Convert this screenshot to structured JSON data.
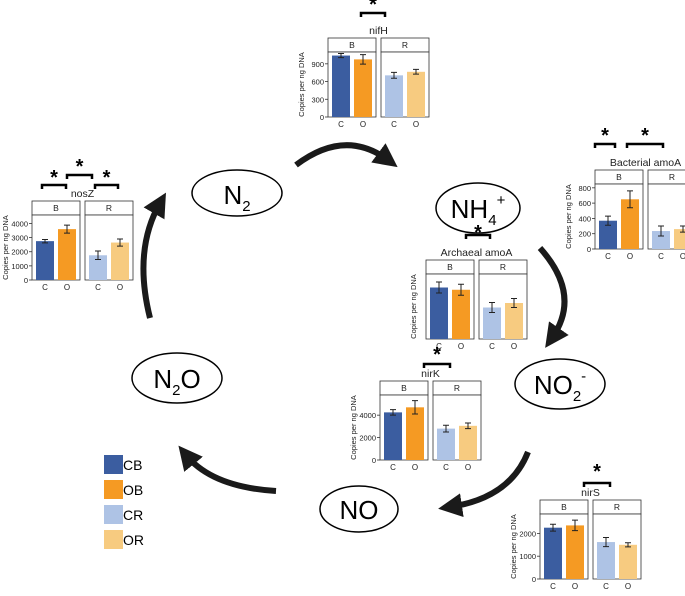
{
  "compounds": {
    "n2": {
      "base": "N",
      "sub": "2"
    },
    "nh4": {
      "base": "NH",
      "sub": "4",
      "sup": "+"
    },
    "no2": {
      "base": "NO",
      "sub": "2",
      "sup": "-"
    },
    "no": {
      "base": "NO"
    },
    "n2o": {
      "base": "N",
      "sub": "2",
      "mid": "O"
    }
  },
  "significance_symbol": "*",
  "panel_labels": {
    "left": "B",
    "right": "R"
  },
  "categories": [
    "C",
    "O"
  ],
  "legend": [
    {
      "label": "CB",
      "color": "#3b5da0"
    },
    {
      "label": "OB",
      "color": "#f59a23"
    },
    {
      "label": "CR",
      "color": "#aec3e5"
    },
    {
      "label": "OR",
      "color": "#f7cb80"
    }
  ],
  "chart_data": [
    {
      "id": "nifH",
      "type": "bar",
      "title": "nifH",
      "ylabel": "Copies per ng DNA",
      "ylim": [
        0,
        1100
      ],
      "yticks": [
        0,
        300,
        600,
        900
      ],
      "panels": [
        "B",
        "R"
      ],
      "categories": [
        "C",
        "O"
      ],
      "series": [
        {
          "name": "CB",
          "value": 1040,
          "err": 35
        },
        {
          "name": "OB",
          "value": 975,
          "err": 80
        },
        {
          "name": "CR",
          "value": 705,
          "err": 50
        },
        {
          "name": "OR",
          "value": 765,
          "err": 40
        }
      ]
    },
    {
      "id": "bacterial_amoA",
      "type": "bar",
      "title": "Bacterial amoA",
      "ylabel": "Copies per ng DNA",
      "ylim": [
        0,
        850
      ],
      "yticks": [
        0,
        200,
        400,
        600,
        800
      ],
      "panels": [
        "B",
        "R"
      ],
      "categories": [
        "C",
        "O"
      ],
      "series": [
        {
          "name": "CB",
          "value": 370,
          "err": 60
        },
        {
          "name": "OB",
          "value": 650,
          "err": 110
        },
        {
          "name": "CR",
          "value": 235,
          "err": 65
        },
        {
          "name": "OR",
          "value": 260,
          "err": 40
        }
      ]
    },
    {
      "id": "archaeal_amoA",
      "type": "bar",
      "title": "Archaeal amoA",
      "ylabel": "Copies per ng DNA",
      "ylim": [
        0,
        2600
      ],
      "yticks": [],
      "panels": [
        "B",
        "R"
      ],
      "categories": [
        "C",
        "O"
      ],
      "series": [
        {
          "name": "CB",
          "value": 2060,
          "err": 220
        },
        {
          "name": "OB",
          "value": 1970,
          "err": 220
        },
        {
          "name": "CR",
          "value": 1260,
          "err": 200
        },
        {
          "name": "OR",
          "value": 1440,
          "err": 180
        }
      ]
    },
    {
      "id": "nirK",
      "type": "bar",
      "title": "nirK",
      "ylabel": "Copies per ng DNA",
      "ylim": [
        0,
        5800
      ],
      "yticks": [
        0,
        2000,
        4000
      ],
      "panels": [
        "B",
        "R"
      ],
      "categories": [
        "C",
        "O"
      ],
      "series": [
        {
          "name": "CB",
          "value": 4250,
          "err": 250
        },
        {
          "name": "OB",
          "value": 4700,
          "err": 600
        },
        {
          "name": "CR",
          "value": 2800,
          "err": 300
        },
        {
          "name": "OR",
          "value": 3050,
          "err": 250
        }
      ]
    },
    {
      "id": "nirS",
      "type": "bar",
      "title": "nirS",
      "ylabel": "Copies per ng DNA",
      "ylim": [
        0,
        2850
      ],
      "yticks": [
        0,
        1000,
        2000
      ],
      "panels": [
        "B",
        "R"
      ],
      "categories": [
        "C",
        "O"
      ],
      "series": [
        {
          "name": "CB",
          "value": 2250,
          "err": 150
        },
        {
          "name": "OB",
          "value": 2350,
          "err": 230
        },
        {
          "name": "CR",
          "value": 1620,
          "err": 200
        },
        {
          "name": "OR",
          "value": 1500,
          "err": 90
        }
      ]
    },
    {
      "id": "nosZ",
      "type": "bar",
      "title": "nosZ",
      "ylabel": "Copies per ng DNA",
      "ylim": [
        0,
        4600
      ],
      "yticks": [
        0,
        1000,
        2000,
        3000,
        4000
      ],
      "panels": [
        "B",
        "R"
      ],
      "categories": [
        "C",
        "O"
      ],
      "series": [
        {
          "name": "CB",
          "value": 2750,
          "err": 120
        },
        {
          "name": "OB",
          "value": 3600,
          "err": 280
        },
        {
          "name": "CR",
          "value": 1750,
          "err": 300
        },
        {
          "name": "OR",
          "value": 2650,
          "err": 250
        }
      ]
    }
  ]
}
